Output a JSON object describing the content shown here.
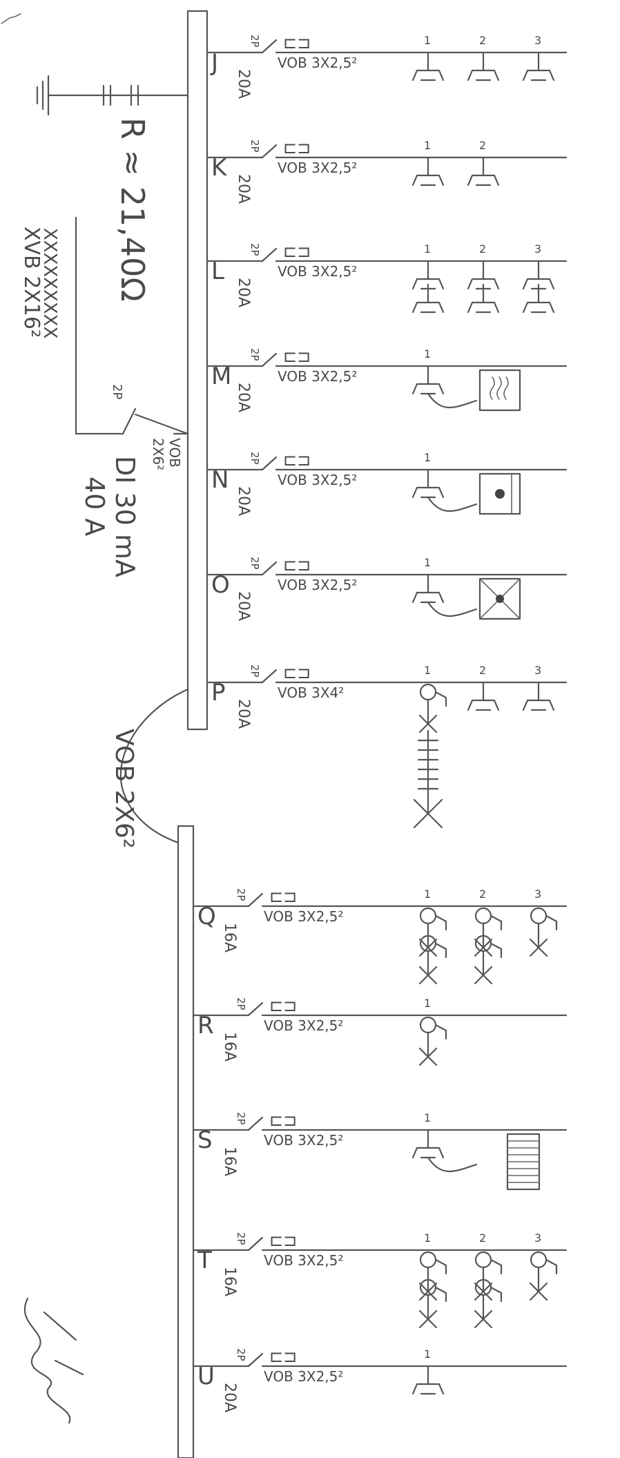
{
  "panel_top": {
    "ground_resistance": "R ≈ 21,40Ω",
    "supply_cable_lines": [
      "XXXXXXXXX",
      "XVB 2X16²"
    ],
    "differential": {
      "poles": "2P",
      "label": "DI 30 mA",
      "rating": "40 A",
      "cable_lines": [
        "VOB",
        "2X6²"
      ]
    }
  },
  "interconnection_cable": "VOB 2X6²",
  "circuits_top": [
    {
      "letter": "J",
      "breaker": "20A",
      "poles": "2P",
      "cable": "VOB 3X2,5²",
      "symbol": "⊏⊐",
      "loads": [
        "1",
        "2",
        "3"
      ],
      "kind": "sockets"
    },
    {
      "letter": "K",
      "breaker": "20A",
      "poles": "2P",
      "cable": "VOB 3X2,5²",
      "symbol": "⊏⊐",
      "loads": [
        "1",
        "2"
      ],
      "kind": "sockets"
    },
    {
      "letter": "L",
      "breaker": "20A",
      "poles": "2P",
      "cable": "VOB 3X2,5²",
      "symbol": "⊏⊐",
      "loads": [
        "1",
        "2",
        "3"
      ],
      "kind": "double-sockets"
    },
    {
      "letter": "M",
      "breaker": "20A",
      "poles": "2P",
      "cable": "VOB 3X2,5²",
      "symbol": "⊏⊐",
      "loads": [
        "1"
      ],
      "kind": "heater"
    },
    {
      "letter": "N",
      "breaker": "20A",
      "poles": "2P",
      "cable": "VOB 3X2,5²",
      "symbol": "⊏⊐",
      "loads": [
        "1"
      ],
      "kind": "cooker"
    },
    {
      "letter": "O",
      "breaker": "20A",
      "poles": "2P",
      "cable": "VOB 3X2,5²",
      "symbol": "⊏⊐",
      "loads": [
        "1"
      ],
      "kind": "fan"
    },
    {
      "letter": "P",
      "breaker": "20A",
      "poles": "2P",
      "cable": "VOB 3X4²",
      "symbol": "⊏⊐",
      "loads": [
        "1",
        "2",
        "3"
      ],
      "kind": "lights-and-sockets"
    }
  ],
  "circuits_bottom": [
    {
      "letter": "Q",
      "breaker": "16A",
      "poles": "2P",
      "cable": "VOB 3X2,5²",
      "symbol": "⊏⊐",
      "loads": [
        "1",
        "2",
        "3"
      ],
      "kind": "lights"
    },
    {
      "letter": "R",
      "breaker": "16A",
      "poles": "2P",
      "cable": "VOB 3X2,5²",
      "symbol": "⊏⊐",
      "loads": [
        "1"
      ],
      "kind": "light"
    },
    {
      "letter": "S",
      "breaker": "16A",
      "poles": "2P",
      "cable": "VOB 3X2,5²",
      "symbol": "⊏⊐",
      "loads": [
        "1"
      ],
      "kind": "radiator"
    },
    {
      "letter": "T",
      "breaker": "16A",
      "poles": "2P",
      "cable": "VOB 3X2,5²",
      "symbol": "⊏⊐",
      "loads": [
        "1",
        "2",
        "3"
      ],
      "kind": "lights"
    },
    {
      "letter": "U",
      "breaker": "20A",
      "poles": "2P",
      "cable": "VOB 3X2,5²",
      "symbol": "⊏⊐",
      "loads": [
        "1"
      ],
      "kind": "socket"
    }
  ],
  "colors": {
    "ink": "#555555",
    "paper": "#ffffff"
  },
  "icons": [
    "ground-symbol-icon",
    "circuit-breaker-icon",
    "socket-outlet-icon",
    "light-point-icon",
    "heater-icon",
    "cooker-icon",
    "fan-icon",
    "radiator-icon",
    "signature-icon"
  ]
}
